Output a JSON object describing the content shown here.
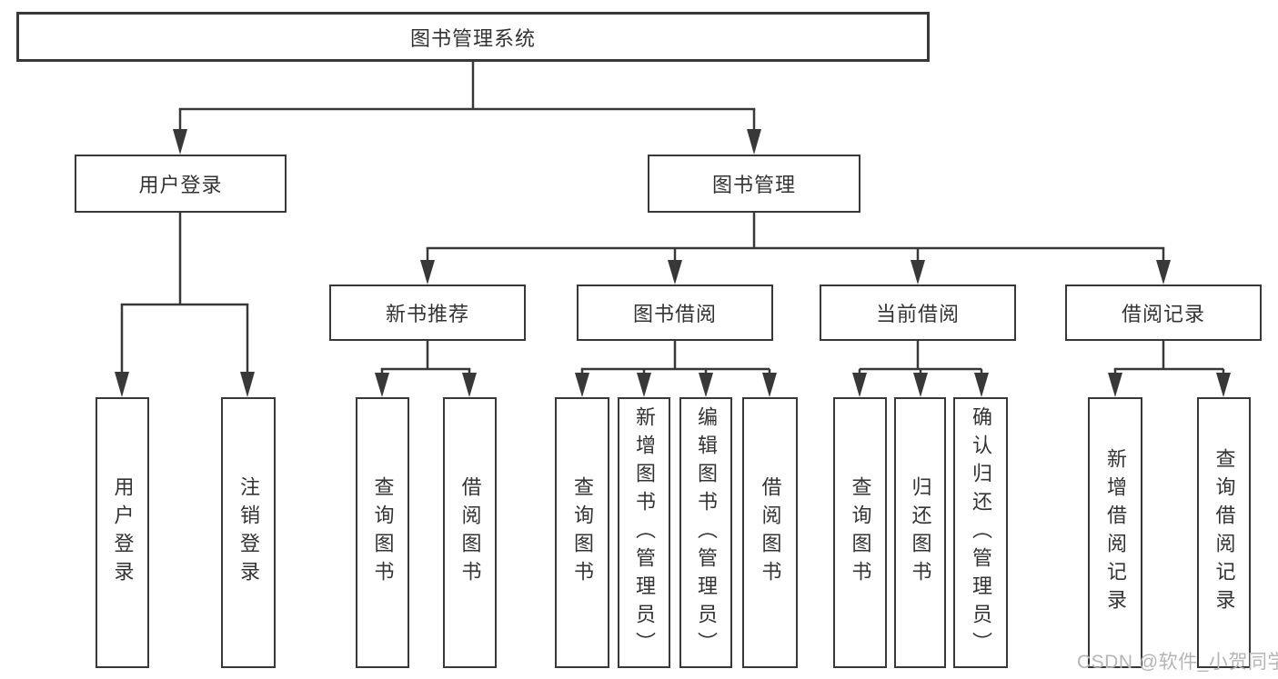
{
  "colors": {
    "background": "#ffffff",
    "line": "#383838",
    "text": "#333333",
    "watermark": "#b5b5b5"
  },
  "watermark": {
    "text": "CSDN @软件_小贺同学"
  },
  "tree": {
    "label": "图书管理系统",
    "children": [
      {
        "label": "用户登录",
        "children": [
          {
            "label": "用户登录"
          },
          {
            "label": "注销登录"
          }
        ]
      },
      {
        "label": "图书管理",
        "children": [
          {
            "label": "新书推荐",
            "children": [
              {
                "label": "查询图书"
              },
              {
                "label": "借阅图书"
              }
            ]
          },
          {
            "label": "图书借阅",
            "children": [
              {
                "label": "查询图书"
              },
              {
                "label": "新增图书（管理员）"
              },
              {
                "label": "编辑图书（管理员）"
              },
              {
                "label": "借阅图书"
              }
            ]
          },
          {
            "label": "当前借阅",
            "children": [
              {
                "label": "查询图书"
              },
              {
                "label": "归还图书"
              },
              {
                "label": "确认归还（管理员）"
              }
            ]
          },
          {
            "label": "借阅记录",
            "children": [
              {
                "label": "新增借阅记录"
              },
              {
                "label": "查询借阅记录"
              }
            ]
          }
        ]
      }
    ]
  }
}
